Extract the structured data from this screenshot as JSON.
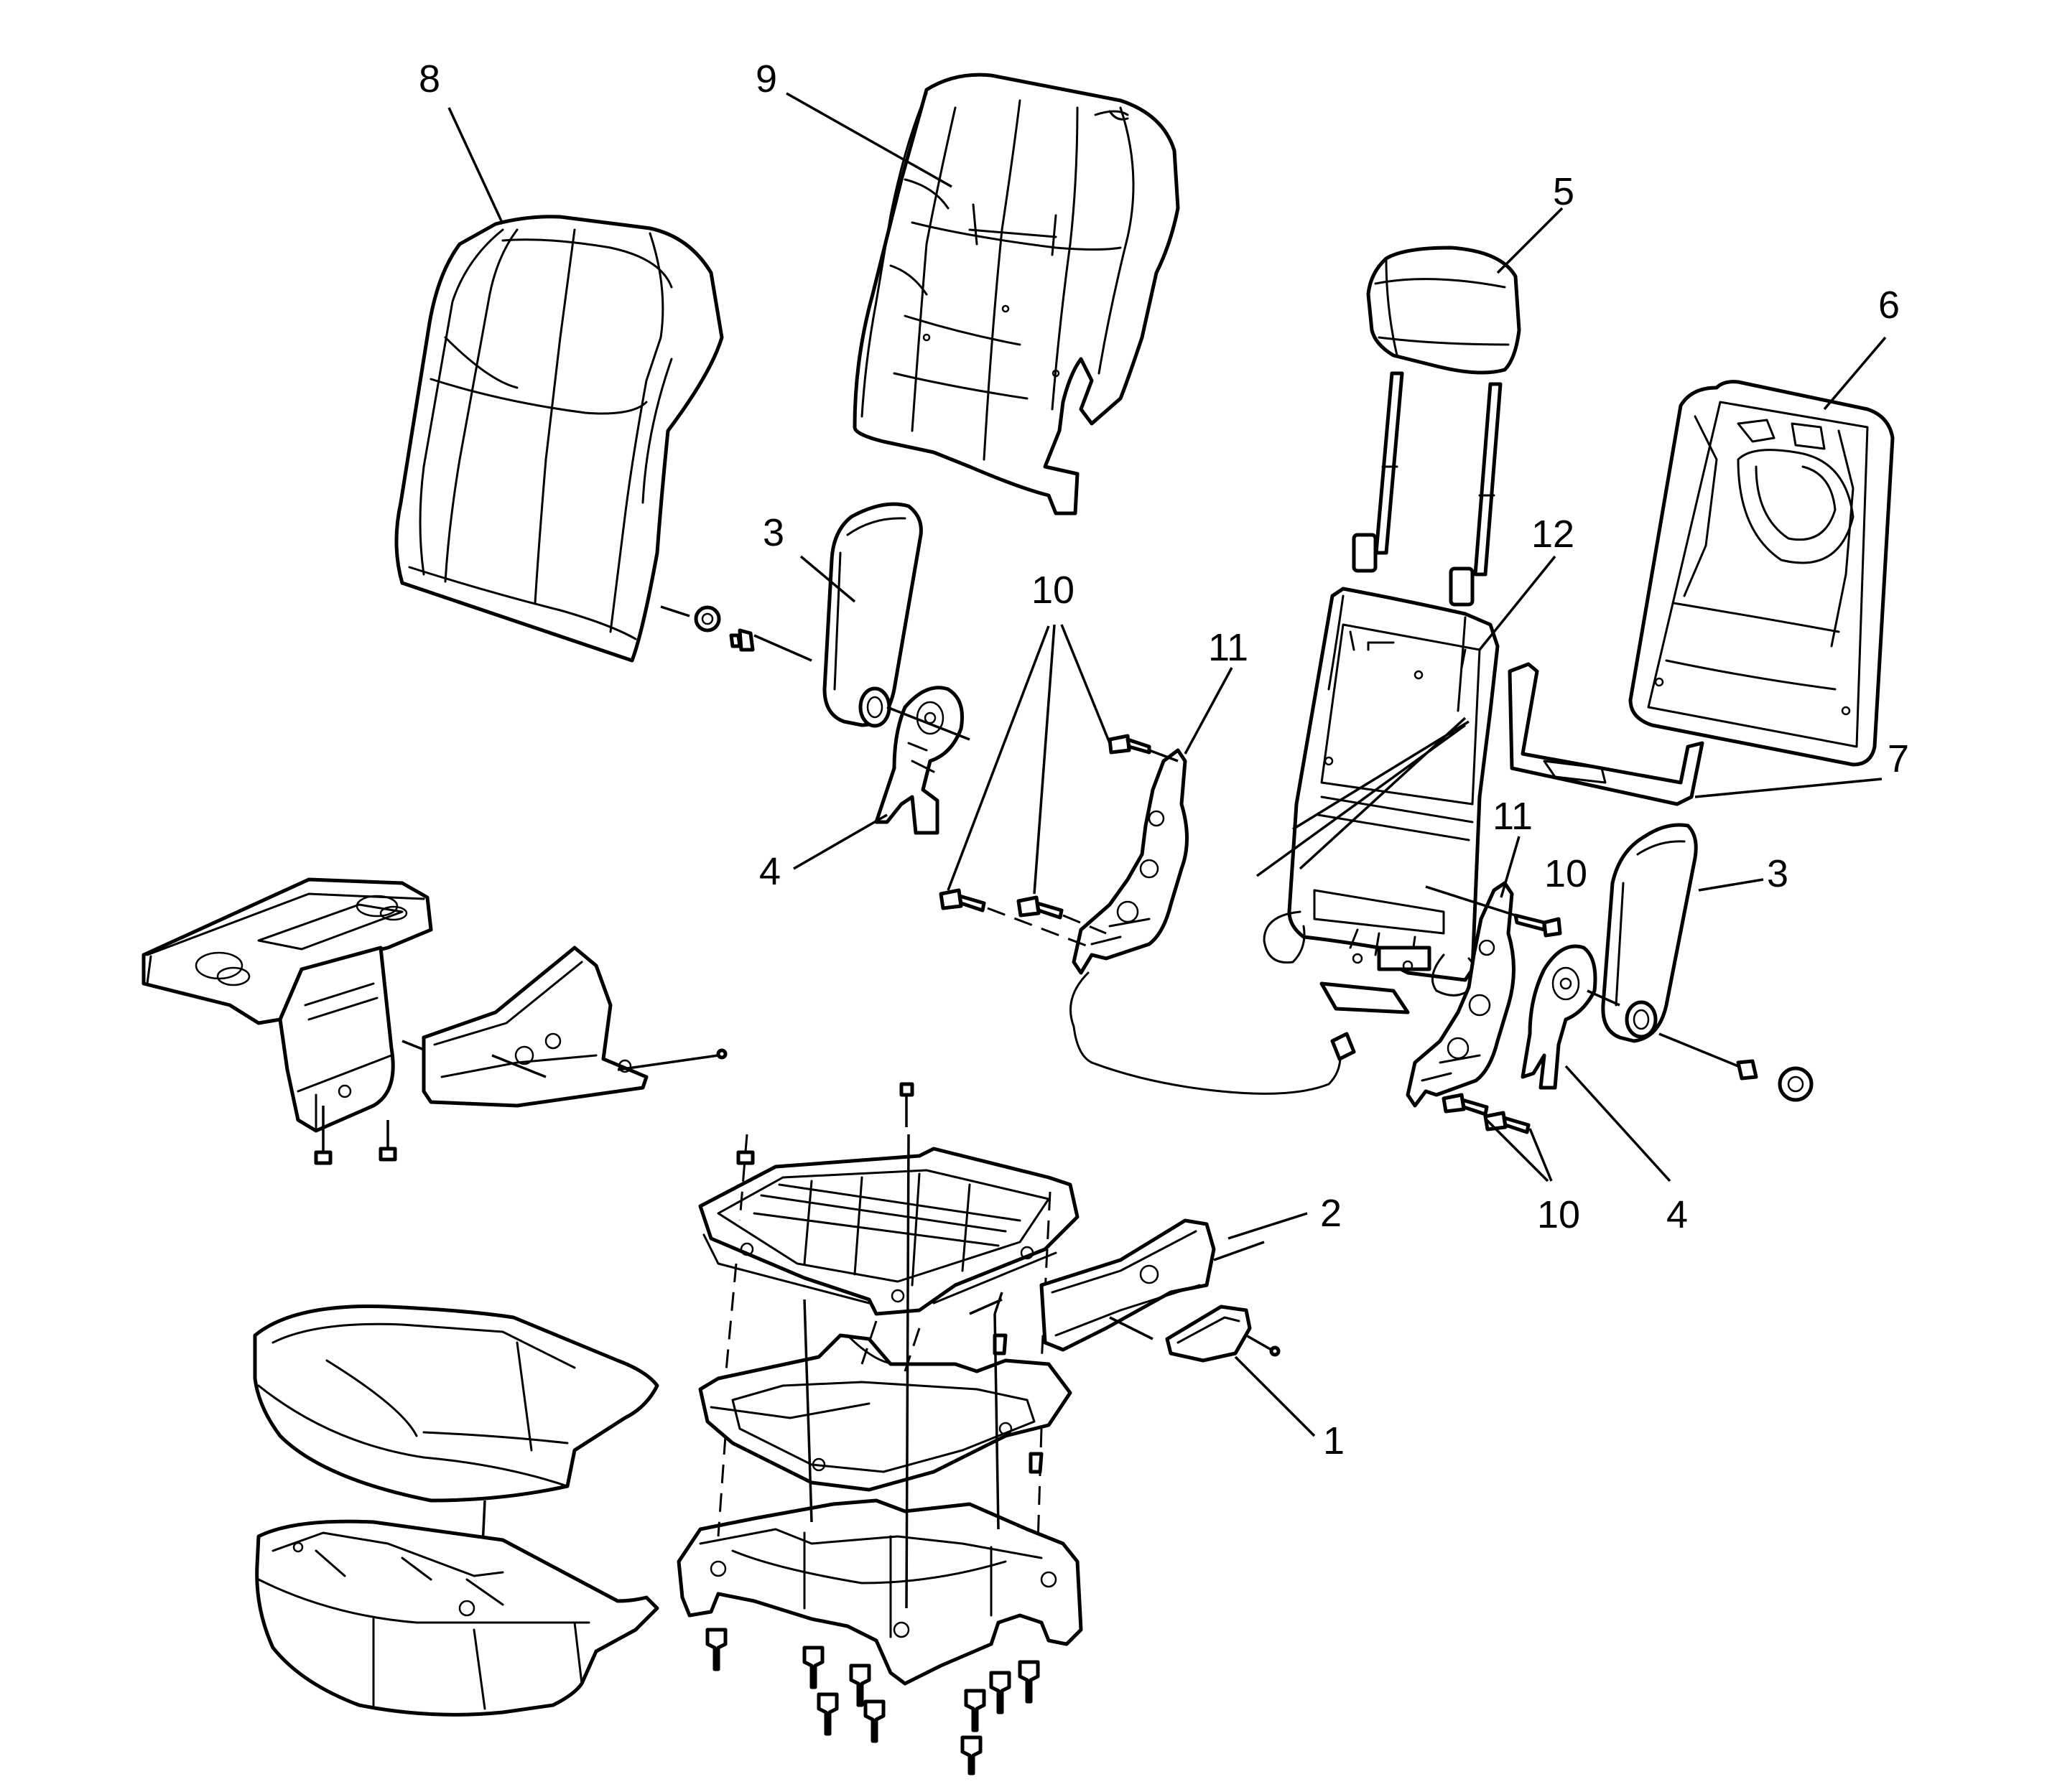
{
  "diagram": {
    "callouts": {
      "c8": "8",
      "c9": "9",
      "c5": "5",
      "c6": "6",
      "c12": "12",
      "c7": "7",
      "c3a": "3",
      "c3b": "3",
      "c4a": "4",
      "c4b": "4",
      "c10a": "10",
      "c10b": "10",
      "c10c": "10",
      "c11a": "11",
      "c11b": "11",
      "c2": "2",
      "c1": "1"
    }
  }
}
